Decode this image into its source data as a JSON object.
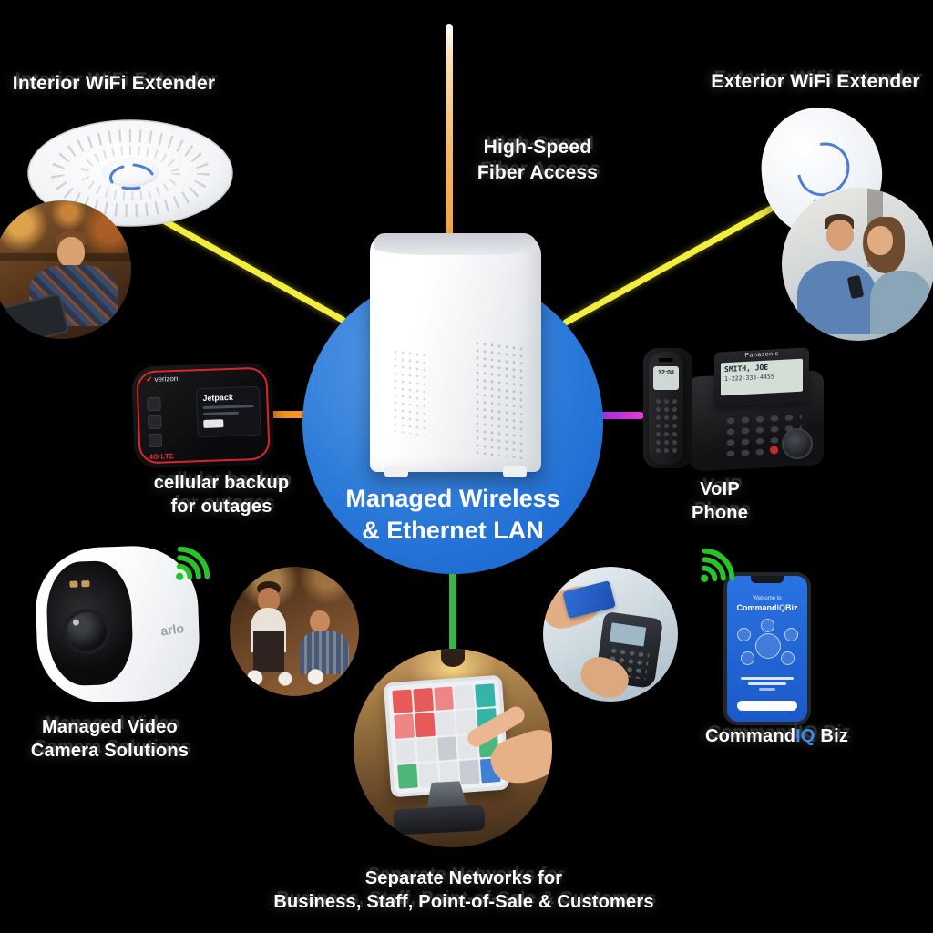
{
  "diagram": {
    "center": {
      "line1": "Managed Wireless",
      "line2": "& Ethernet LAN"
    },
    "nodes": {
      "top_left_label": "Interior WiFi Extender",
      "top_right_label": "Exterior WiFi Extender",
      "top_center": {
        "line1": "High-Speed",
        "line2": "Fiber Access"
      },
      "left": {
        "line1": "cellular backup",
        "line2": "for outages"
      },
      "right": {
        "line1": "VoIP",
        "line2": "Phone"
      },
      "bottom_left": {
        "line1": "Managed Video",
        "line2": "Camera Solutions"
      },
      "bottom_right": {
        "prefix": "Command",
        "accent": "IQ",
        "suffix": " Biz"
      },
      "bottom_center": {
        "line1": "Separate Networks for",
        "line2": "Business, Staff, Point-of-Sale & Customers"
      }
    },
    "devices": {
      "jetpack": {
        "brand": "verizon",
        "check": "✔",
        "name": "Jetpack",
        "badge": "4G LTE"
      },
      "voip_phone": {
        "brand": "Panasonic",
        "display_name": "SMITH, JOE",
        "display_number": "1-222-333-4455",
        "handset_time": "12:08"
      },
      "camera": {
        "brand": "arlo"
      },
      "app_phone": {
        "welcome": "Welcome to",
        "title_prefix": "Command",
        "title_accent": "IQ",
        "title_suffix": "Biz"
      }
    },
    "colors": {
      "hub_blue": "#2a79d8",
      "line_fiber": "#f09a30",
      "line_wifi": "#f3ee3e",
      "line_cellular": "#f5941e",
      "line_voip": "#c13ae0",
      "line_lan": "#3cb24b",
      "wifi_icon_green": "#27c427",
      "accent_blue": "#3b8df0"
    }
  }
}
